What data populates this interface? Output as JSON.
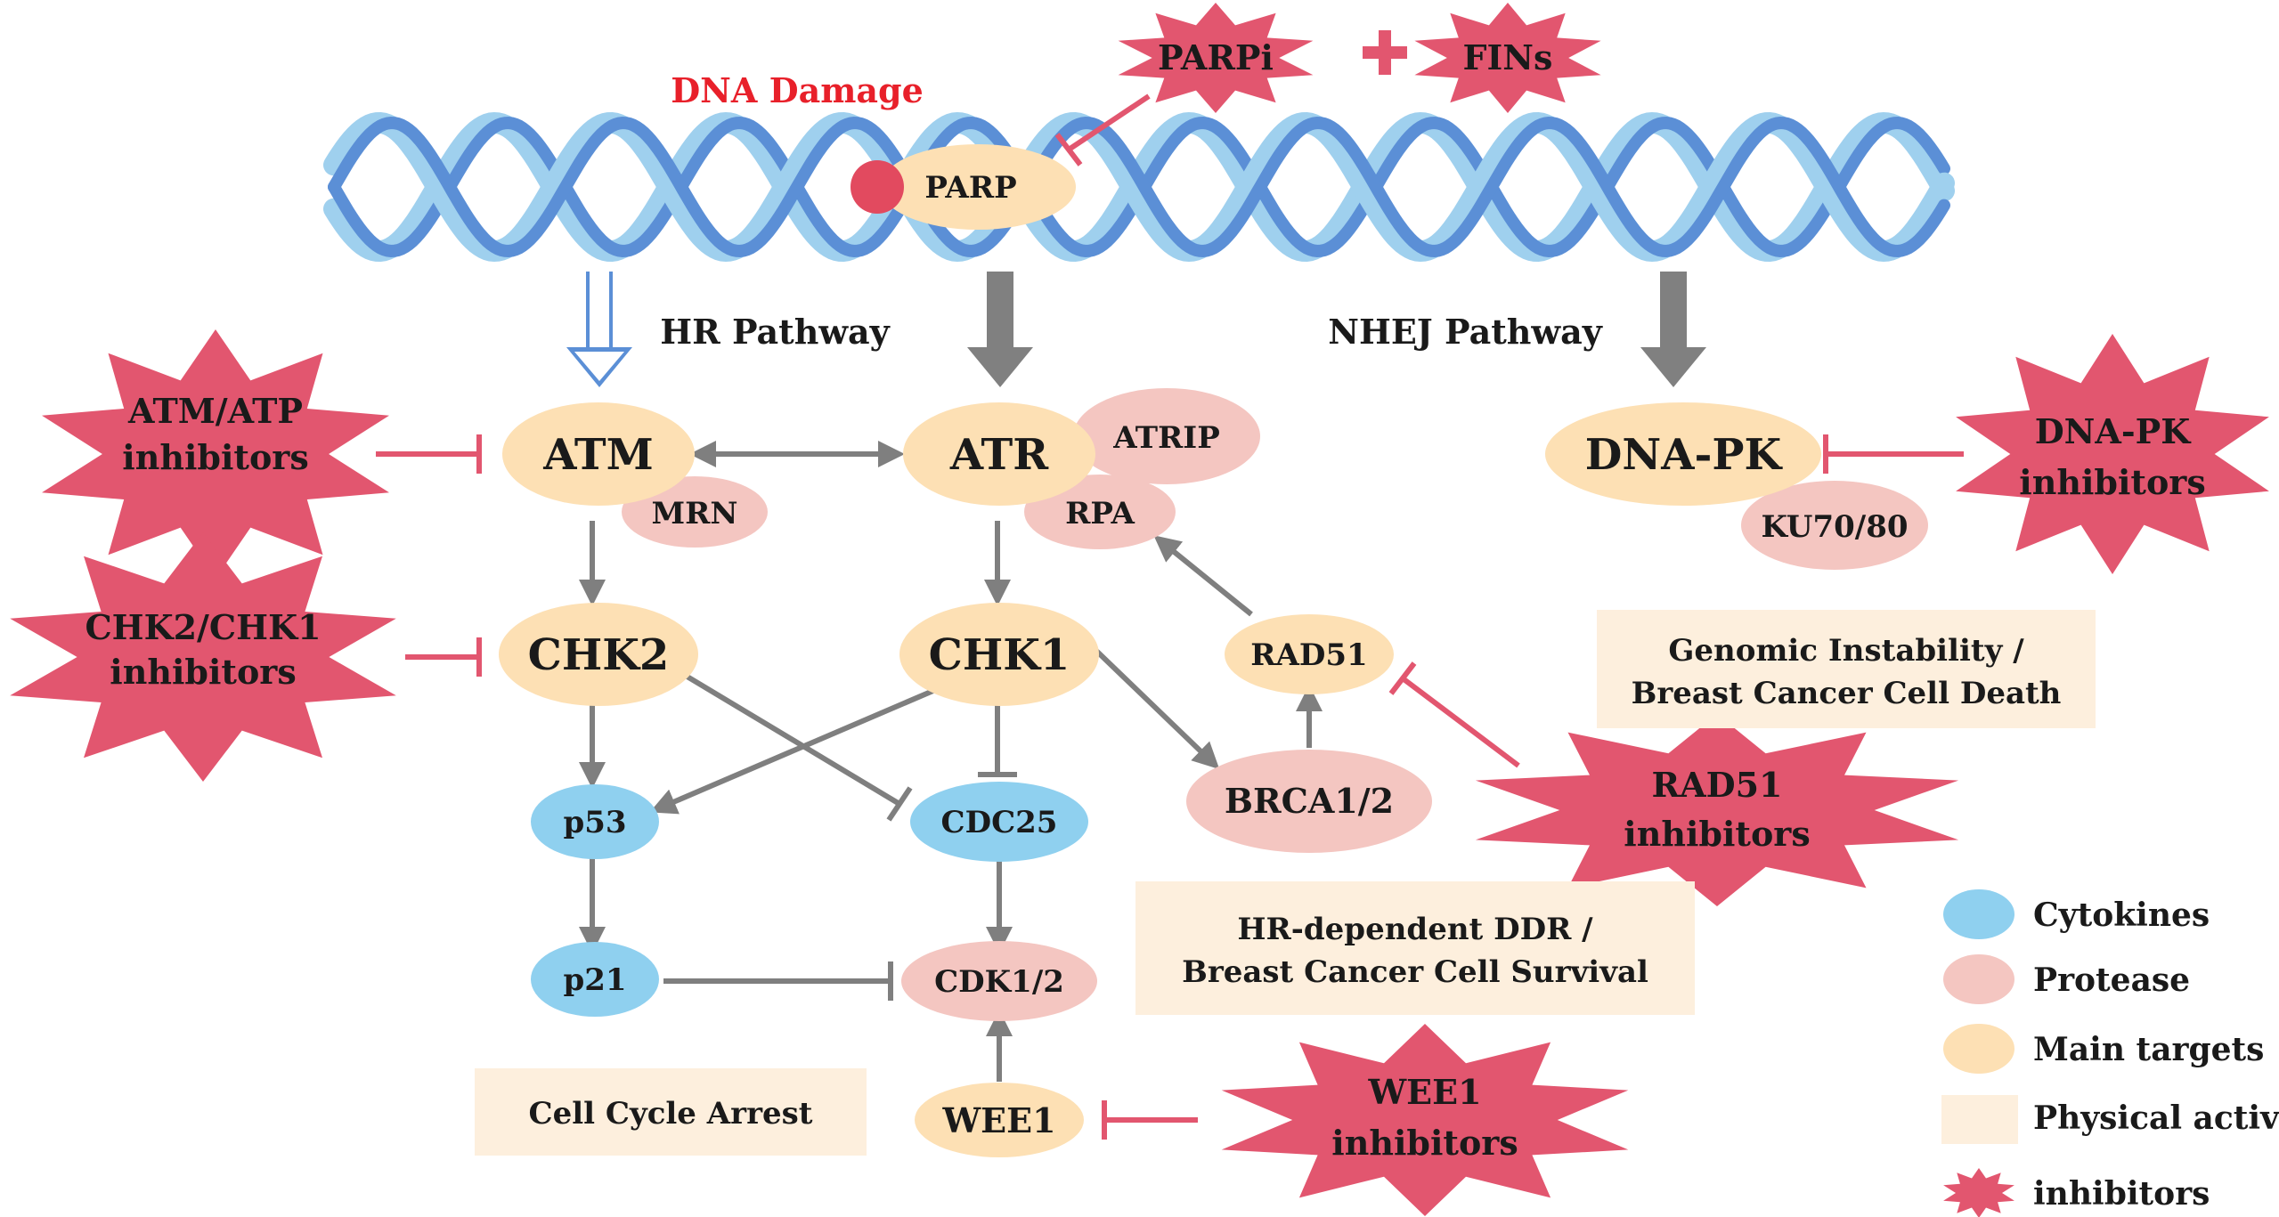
{
  "colors": {
    "main_target": "#fde0b4",
    "protease": "#f4c6c1",
    "cytokine": "#8fd0ef",
    "inhibitor": "#e2566f",
    "physical_box": "#fdefdd",
    "arrow": "#7f7f7f",
    "inhibit_line": "#e2566f",
    "dna_dark": "#5b8fd6",
    "dna_light": "#9fd0ee",
    "damage_red": "#e8202a"
  },
  "header": {
    "damage_label": "DNA Damage",
    "parp_label": "PARP",
    "parpi_label": "PARPi",
    "plus_symbol": "+",
    "fins_label": "FINs"
  },
  "pathways": {
    "hr_label": "HR Pathway",
    "nhej_label": "NHEJ Pathway"
  },
  "nodes": {
    "atm": "ATM",
    "mrn": "MRN",
    "atr": "ATR",
    "atrip": "ATRIP",
    "rpa": "RPA",
    "chk2": "CHK2",
    "chk1": "CHK1",
    "rad51": "RAD51",
    "brca": "BRCA1/2",
    "p53": "p53",
    "cdc25": "CDC25",
    "p21": "p21",
    "cdk": "CDK1/2",
    "wee1": "WEE1",
    "dnapk": "DNA-PK",
    "ku": "KU70/80"
  },
  "inhibitors": {
    "atm_atp": [
      "ATM/ATP",
      "inhibitors"
    ],
    "chk": [
      "CHK2/CHK1",
      "inhibitors"
    ],
    "dnapk": [
      "DNA-PK",
      "inhibitors"
    ],
    "rad51": [
      "RAD51",
      "inhibitors"
    ],
    "wee1": [
      "WEE1",
      "inhibitors"
    ]
  },
  "outcomes": {
    "genomic": [
      "Genomic Instability /",
      "Breast Cancer Cell Death"
    ],
    "hr_ddr": [
      "HR-dependent DDR /",
      "Breast Cancer Cell Survival"
    ],
    "arrest": [
      "Cell Cycle Arrest"
    ]
  },
  "legend": [
    {
      "label": "Cytokines",
      "kind": "ellipse",
      "color": "#8fd0ef"
    },
    {
      "label": "Protease",
      "kind": "ellipse",
      "color": "#f4c6c1"
    },
    {
      "label": "Main targets",
      "kind": "ellipse",
      "color": "#fde0b4"
    },
    {
      "label": "Physical activity",
      "kind": "rect",
      "color": "#fdefdd"
    },
    {
      "label": "inhibitors",
      "kind": "star",
      "color": "#e2566f"
    }
  ]
}
